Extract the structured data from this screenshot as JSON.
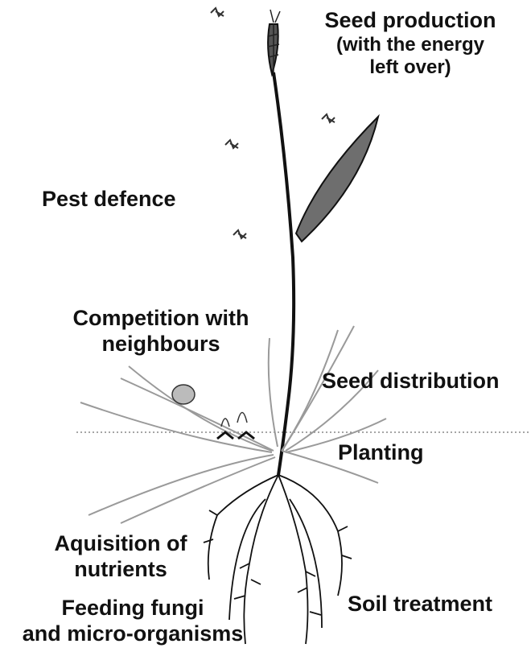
{
  "labels": {
    "seed_production": "Seed production",
    "seed_production_note_1": "(with the energy",
    "seed_production_note_2": "left over)",
    "pest_defence": "Pest defence",
    "competition_1": "Competition with",
    "competition_2": "neighbours",
    "seed_distribution": "Seed distribution",
    "planting": "Planting",
    "acquisition_1": "Aquisition of",
    "acquisition_2": "nutrients",
    "feeding_1": "Feeding fungi",
    "feeding_2": "and micro-organisms",
    "soil_treatment": "Soil treatment"
  },
  "colors": {
    "ink": "#111111",
    "leaf_fill": "#6e6e6e",
    "grass": "#9a9a9a",
    "ground_line": "#888888"
  }
}
